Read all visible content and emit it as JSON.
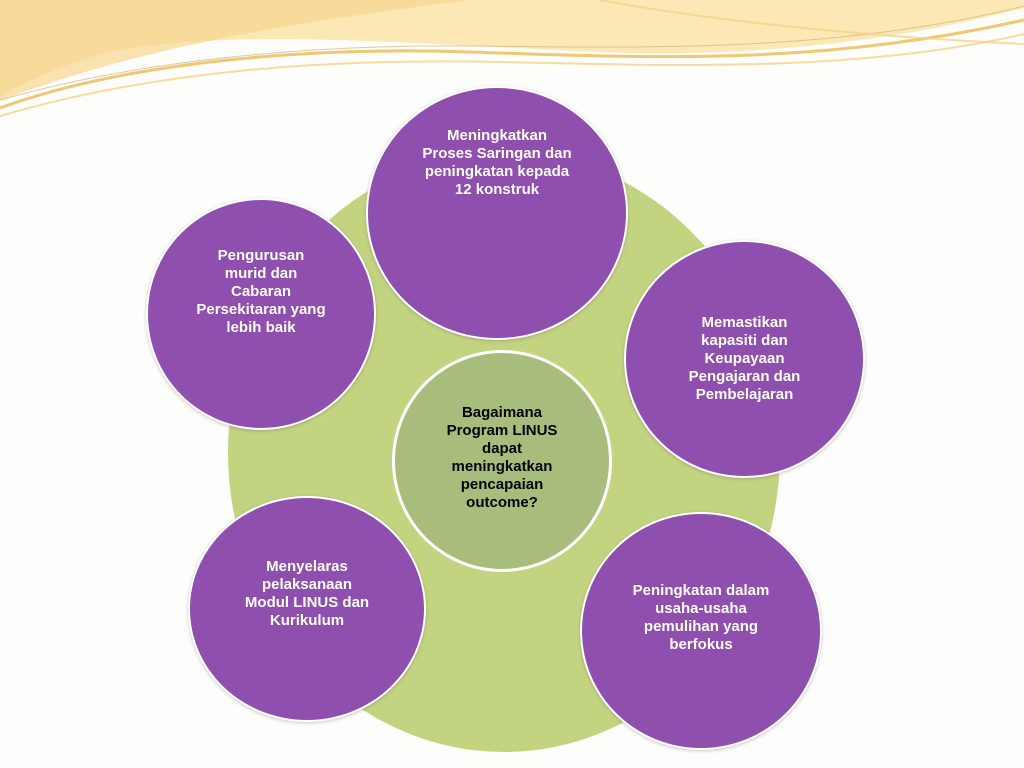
{
  "colors": {
    "background": "#fdfdfb",
    "outer_circle": "#c3d480",
    "center_circle": "#a8bd7c",
    "node_fill": "#8e4fae",
    "node_border": "#ffffff",
    "node_text": "#ffffff",
    "center_text": "#000000",
    "swoosh_light": "#fbe8b4",
    "swoosh_dark": "#f0c872"
  },
  "diagram": {
    "center": {
      "label": "Bagaimana\nProgram LINUS\ndapat\nmeningkatkan\npencapaian\noutcome?"
    },
    "nodes": [
      {
        "label": "Meningkatkan\nProses Saringan dan\npeningkatan  kepada\n12 konstruk"
      },
      {
        "label": "Memastikan\nkapasiti dan\nKeupayaan\nPengajaran dan\nPembelajaran"
      },
      {
        "label": "Peningkatan  dalam\nusaha-usaha\npemulihan yang\nberfokus"
      },
      {
        "label": "Menyelaras\npelaksanaan\nModul LINUS dan\nKurikulum"
      },
      {
        "label": "Pengurusan\nmurid dan\nCabaran\nPersekitaran yang\nlebih baik"
      }
    ]
  }
}
